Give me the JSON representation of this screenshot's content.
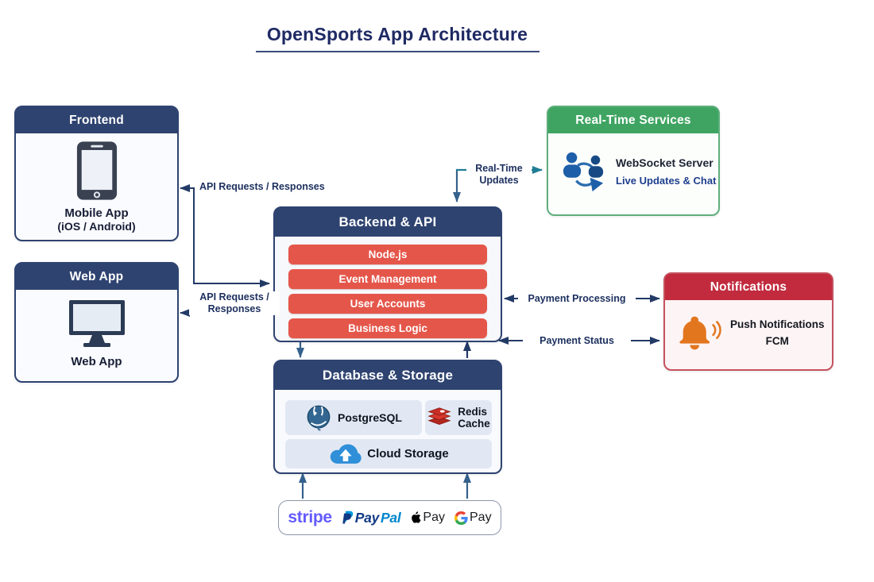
{
  "title": "OpenSports App Architecture",
  "boxes": {
    "frontend": {
      "header": "Frontend",
      "caption_line1": "Mobile App",
      "caption_line2": "(iOS / Android)"
    },
    "web_app": {
      "header": "Web App",
      "caption": "Web App"
    },
    "backend": {
      "header": "Backend & API",
      "items": [
        "Node.js",
        "Event Management",
        "User Accounts",
        "Business Logic"
      ]
    },
    "real_time": {
      "header": "Real-Time Services",
      "title": "WebSocket Server",
      "subtitle": "Live Updates & Chat"
    },
    "notifications": {
      "header": "Notifications",
      "line1": "Push Notifications",
      "line2": "FCM"
    },
    "database": {
      "header": "Database & Storage",
      "postgresql_label": "PostgreSQL",
      "redis_line1": "Redis",
      "redis_line2": "Cache",
      "cloud_label": "Cloud Storage"
    },
    "payments": {
      "stripe_label": "stripe",
      "paypal_pay": "Pay",
      "paypal_pal": "Pal",
      "apple_pay_label": "Pay",
      "google_pay_label": "Pay"
    }
  },
  "edge_labels": {
    "frontend_api": "API Requests / Responses",
    "webapp_api_line1": "API Requests /",
    "webapp_api_line2": "Responses",
    "realtime_line1": "Real-Time",
    "realtime_line2": "Updates",
    "payment_processing": "Payment Processing",
    "payment_status": "Payment Status"
  },
  "colors": {
    "navy_header": "#2e4370",
    "green_header": "#3fa462",
    "red_header": "#c12b3d",
    "service_bar_red": "#e5564a",
    "arrow_navy": "#223a66",
    "arrow_teal": "#1f7e95",
    "title_text": "#1f2a64",
    "stripe_purple": "#635bff",
    "bell_orange": "#e2761f",
    "postgres_blue": "#336791",
    "redis_red": "#d8362e",
    "cloud_blue": "#2f8fd8"
  }
}
